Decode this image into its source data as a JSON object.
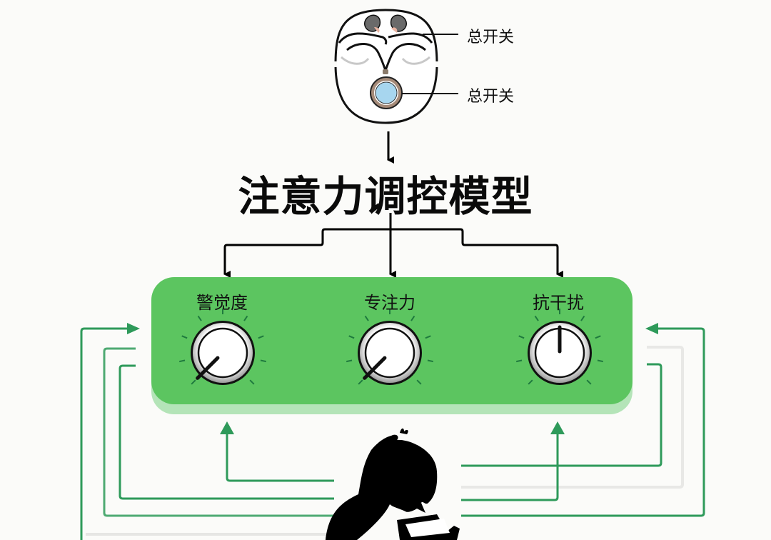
{
  "head_diagram": {
    "labels": [
      "总开关",
      "总开关"
    ]
  },
  "title": "注意力调控模型",
  "knobs": [
    {
      "label": "警觉度",
      "level": 0.0
    },
    {
      "label": "专注力",
      "level": 0.0
    },
    {
      "label": "抗干扰",
      "level": 0.5
    }
  ],
  "colors": {
    "panel": "#5cc560",
    "panel_edge": "#a9dfae",
    "feedback_arrow": "#2e9a5a",
    "line": "#000000"
  }
}
